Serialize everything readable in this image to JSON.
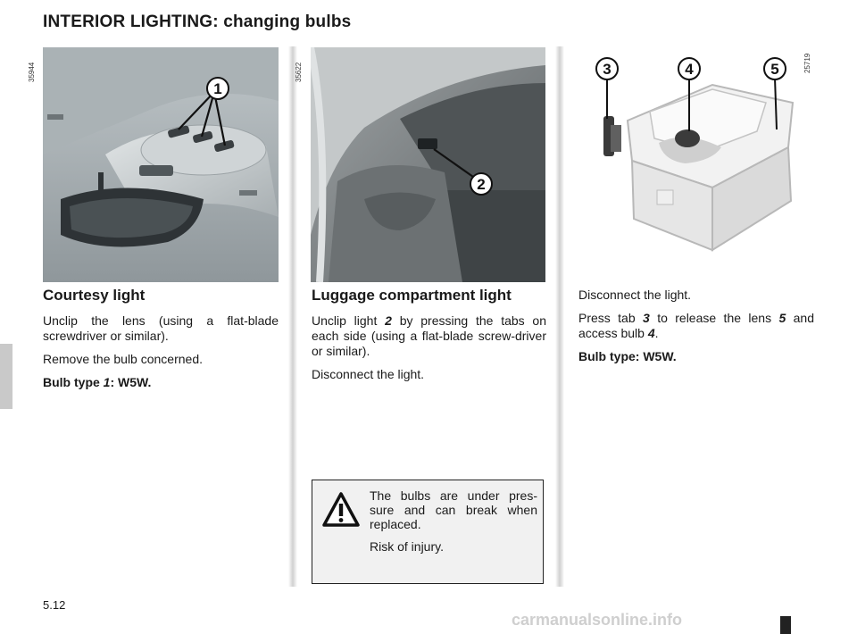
{
  "page": {
    "title": "INTERIOR LIGHTING: changing bulbs",
    "page_number": "5.12",
    "watermark": "carmanualsonline.info"
  },
  "figures": [
    {
      "ref_code": "35944",
      "callouts": [
        "1"
      ]
    },
    {
      "ref_code": "35622",
      "callouts": [
        "2"
      ]
    },
    {
      "ref_code": "25719",
      "callouts": [
        "3",
        "4",
        "5"
      ]
    }
  ],
  "courtesy": {
    "heading": "Courtesy light",
    "p1": "Unclip the lens (using a flat-blade screwdriver or similar).",
    "p2": "Remove the bulb concerned.",
    "bulb_prefix": "Bulb type ",
    "bulb_ref": "1",
    "bulb_suffix": ": W5W."
  },
  "luggage": {
    "heading": "Luggage compartment light",
    "p1_a": "Unclip light ",
    "p1_ref": "2",
    "p1_b": " by pressing the tabs on each side (using a flat-blade screw-driver or similar).",
    "p2": "Disconnect the light."
  },
  "warning": {
    "icon": "warning-triangle-icon",
    "p1": "The bulbs are under pres-sure and can break when replaced.",
    "p2": "Risk of injury."
  },
  "third": {
    "p1": "Disconnect the light.",
    "p2_a": "Press tab ",
    "p2_ref1": "3",
    "p2_b": " to release the lens ",
    "p2_ref2": "5",
    "p2_c": " and access bulb ",
    "p2_ref3": "4",
    "p2_d": ".",
    "bulb": "Bulb type: W5W."
  }
}
